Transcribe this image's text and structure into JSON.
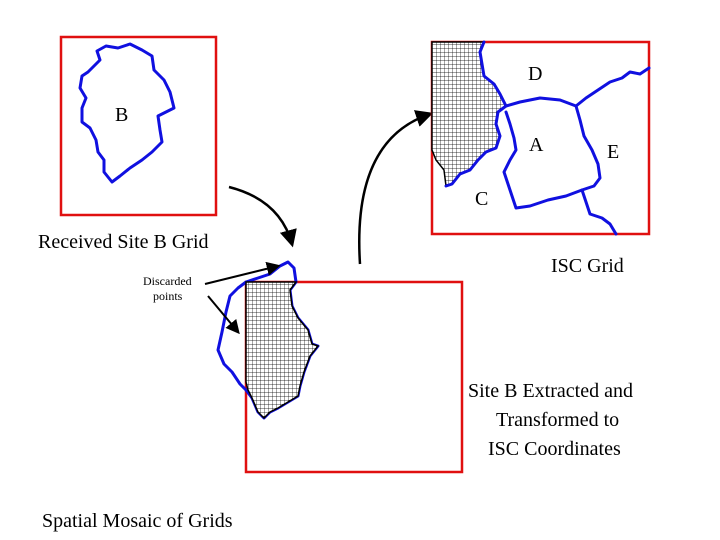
{
  "labels": {
    "region_b": "B",
    "received": "Received Site B Grid",
    "discarded_1": "Discarded",
    "discarded_2": "points",
    "extracted_1": "Site B Extracted and",
    "extracted_2": "Transformed to",
    "extracted_3": "ISC Coordinates",
    "isc_grid": "ISC Grid",
    "region_a": "A",
    "region_c": "C",
    "region_d": "D",
    "region_e": "E",
    "mosaic": "Spatial Mosaic of Grids"
  },
  "colors": {
    "frame": "#e01010",
    "boundary": "#1010e0",
    "grid_line": "#000000",
    "arrow": "#000000"
  }
}
